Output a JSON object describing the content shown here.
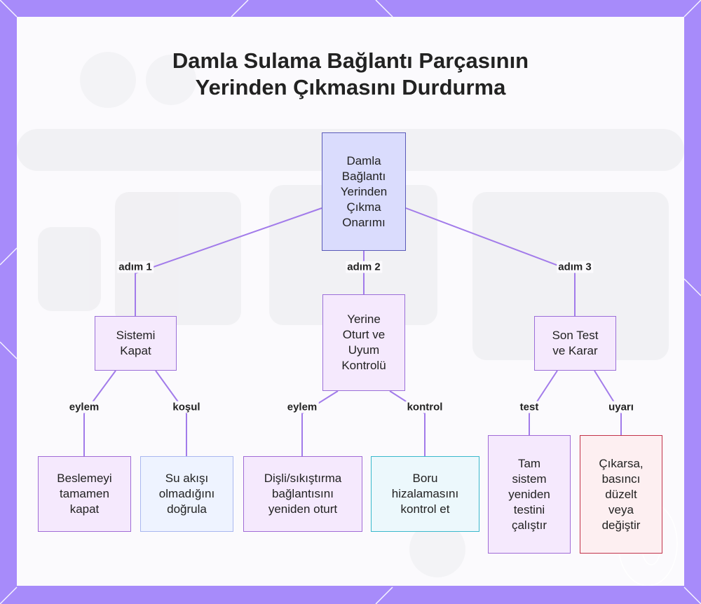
{
  "title": {
    "line1": "Damla Sulama Bağlantı Parçasının",
    "line2": "Yerinden Çıkmasını Durdurma"
  },
  "nodes": {
    "root": "Damla\nBağlantı\nYerinden\nÇıkma\nOnarımı",
    "step1": "Sistemi\nKapat",
    "step2": "Yerine\nOturt ve\nUyum\nKontrolü",
    "step3": "Son Test\nve Karar",
    "leaf1": "Beslemeyi\ntamamen\nkapat",
    "leaf2": "Su akışı\nolmadığını\ndoğrula",
    "leaf3": "Dişli/sıkıştırma\nbağlantısını\nyeniden oturt",
    "leaf4": "Boru\nhizalamasını\nkontrol et",
    "leaf5": "Tam\nsistem\nyeniden\ntestini\nçalıştır",
    "leaf6": "Çıkarsa,\nbasıncı\ndüzelt\nveya\ndeğiştir"
  },
  "edge_labels": {
    "adim1": "adım 1",
    "adim2": "adım 2",
    "adim3": "adım 3",
    "eylem1": "eylem",
    "kosul": "koşul",
    "eylem2": "eylem",
    "kontrol": "kontrol",
    "test": "test",
    "uyari": "uyarı"
  },
  "colors": {
    "frame": "#a78bfa",
    "edge": "#a27bea",
    "root_fill": "#dadcfd",
    "warning_border": "#c2324a",
    "check_border": "#3ab9cc"
  }
}
